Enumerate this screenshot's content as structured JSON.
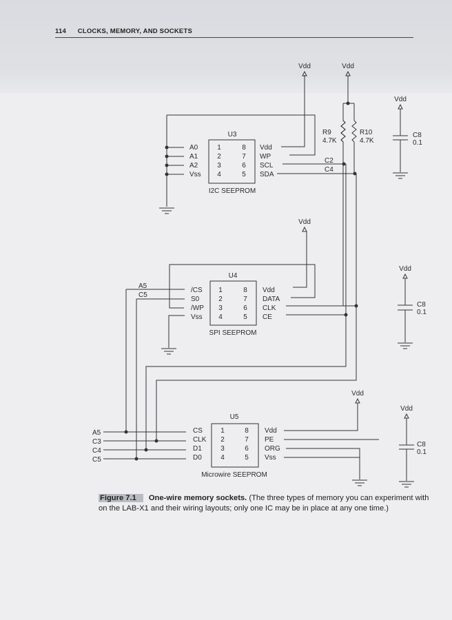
{
  "header": {
    "page_number": "114",
    "chapter_title": "CLOCKS, MEMORY, AND SOCKETS"
  },
  "diagram": {
    "vdd": "Vdd",
    "u3": {
      "ref": "U3",
      "name": "I2C SEEPROM",
      "left_pins": [
        "A0",
        "A1",
        "A2",
        "Vss"
      ],
      "right_pins": [
        "Vdd",
        "WP",
        "SCL",
        "SDA"
      ],
      "left_nums": [
        "1",
        "2",
        "3",
        "4"
      ],
      "right_nums": [
        "8",
        "7",
        "6",
        "5"
      ]
    },
    "r9": {
      "ref": "R9",
      "value": "4.7K"
    },
    "r10": {
      "ref": "R10",
      "value": "4.7K"
    },
    "nets": {
      "c2": "C2",
      "c4": "C4"
    },
    "u4": {
      "ref": "U4",
      "name": "SPI SEEPROM",
      "left_pins": [
        "/CS",
        "S0",
        "/WP",
        "Vss"
      ],
      "right_pins": [
        "Vdd",
        "DATA",
        "CLK",
        "CE"
      ],
      "left_nums": [
        "1",
        "2",
        "3",
        "4"
      ],
      "right_nums": [
        "8",
        "7",
        "6",
        "5"
      ],
      "left_nets": [
        "A5",
        "C5"
      ]
    },
    "u5": {
      "ref": "U5",
      "name": "Microwire SEEPROM",
      "left_pins": [
        "CS",
        "CLK",
        "D1",
        "D0"
      ],
      "right_pins": [
        "Vdd",
        "PE",
        "ORG",
        "Vss"
      ],
      "left_nums": [
        "1",
        "2",
        "3",
        "4"
      ],
      "right_nums": [
        "8",
        "7",
        "6",
        "5"
      ],
      "left_nets": [
        "A5",
        "C3",
        "C4",
        "C5"
      ]
    },
    "cap": {
      "ref": "C8",
      "value": "0.1"
    }
  },
  "caption": {
    "label": "Figure 7.1",
    "title": "One-wire memory sockets.",
    "text": "(The three types of memory you can experiment with on the LAB-X1 and their wiring layouts; only one IC may be in place at any one time.)"
  }
}
